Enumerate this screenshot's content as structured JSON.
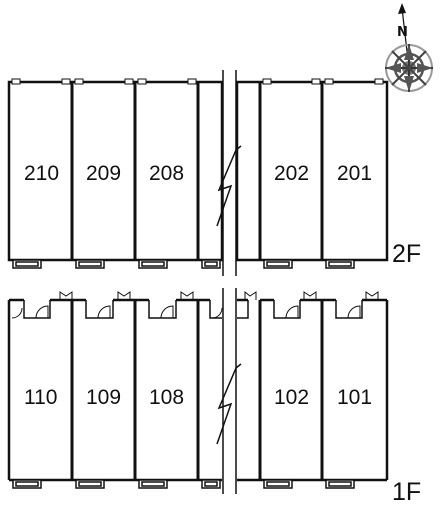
{
  "compass": {
    "north_label": "N"
  },
  "floors": [
    {
      "label": "2F",
      "units": [
        "210",
        "209",
        "208",
        "202",
        "201"
      ]
    },
    {
      "label": "1F",
      "units": [
        "110",
        "109",
        "108",
        "102",
        "101"
      ]
    }
  ]
}
